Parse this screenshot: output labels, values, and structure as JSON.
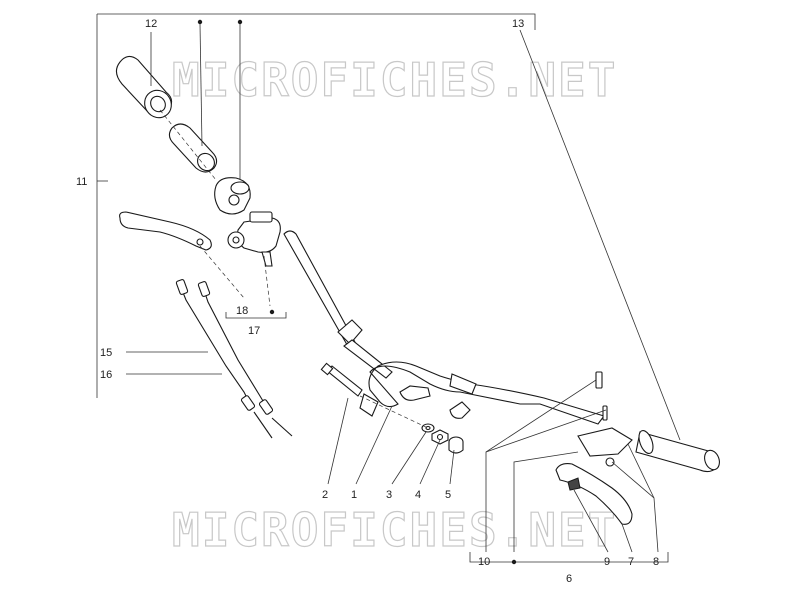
{
  "watermark": "MICROFICHES.NET",
  "callouts": {
    "n1": "1",
    "n2": "2",
    "n3": "3",
    "n4": "4",
    "n5": "5",
    "n6": "6",
    "n7": "7",
    "n8": "8",
    "n9": "9",
    "n10": "10",
    "n11": "11",
    "n12": "12",
    "n13": "13",
    "n15": "15",
    "n16": "16",
    "n17": "17",
    "n18": "18"
  },
  "colors": {
    "line": "#1a1a1a",
    "watermark_stroke": "#c8c8c8",
    "background": "#ffffff"
  }
}
